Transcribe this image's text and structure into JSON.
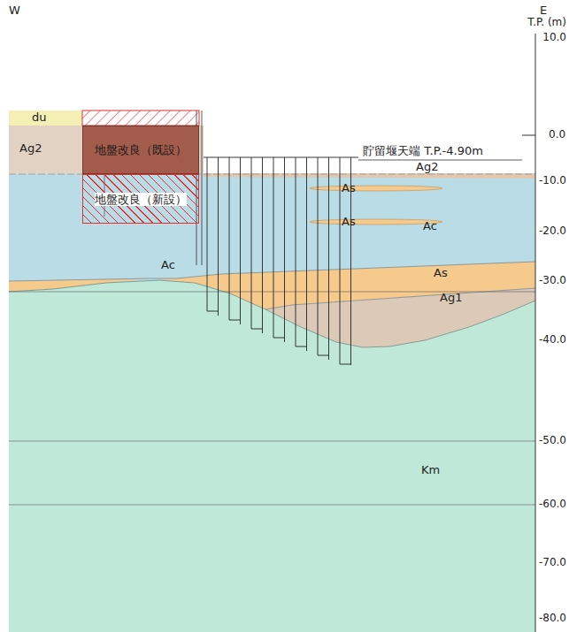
{
  "diagram": {
    "nodes": [
      {
        "text": [
          "地盤改良（既設）"
        ]
      },
      {
        "text": [
          "地盤改良（新設）"
        ]
      }
    ],
    "labels": [
      "W",
      "E",
      "T.P. (m)",
      "10.0",
      "0.0",
      "-10.0",
      "-20.0",
      "-30.0",
      "-40.0",
      "-50.0",
      "-60.0",
      "-70.0",
      "-80.0",
      "du",
      "Ag2",
      "貯留堰天端 T.P.-4.90m",
      "Ag2",
      "As",
      "As",
      "Ac",
      "Ac",
      "As",
      "Ag1",
      "Km"
    ]
  }
}
